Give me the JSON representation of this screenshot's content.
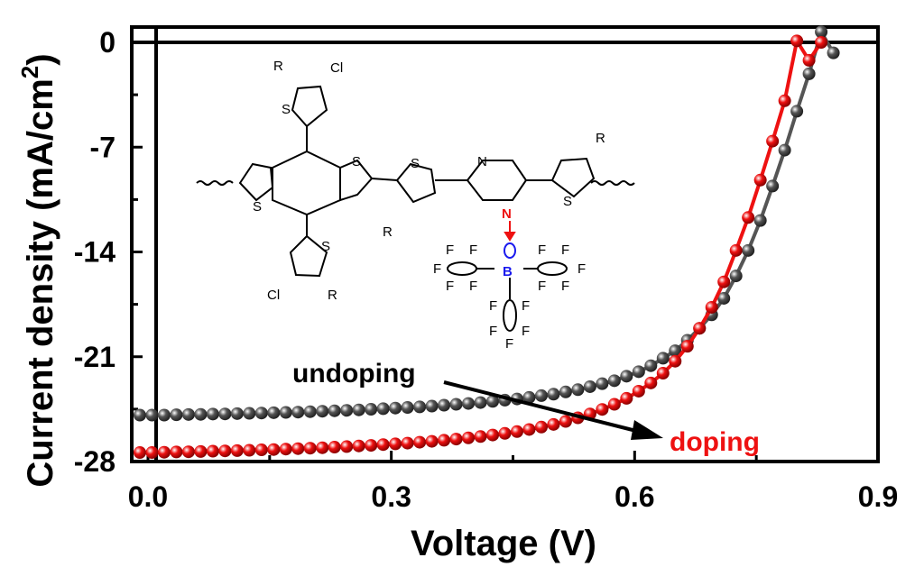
{
  "chart_data": {
    "type": "line",
    "xlabel": "Voltage (V)",
    "ylabel_main": "Current density (mA/cm",
    "ylabel_sup": "2",
    "ylabel_end": ")",
    "xlim": [
      -0.02,
      0.9
    ],
    "ylim": [
      -28,
      0
    ],
    "xticks": [
      0.0,
      0.3,
      0.6,
      0.9
    ],
    "xtick_labels": [
      "0.0",
      "0.3",
      "0.6",
      "0.9"
    ],
    "yticks": [
      0,
      -7,
      -14,
      -21,
      -28
    ],
    "ytick_labels": [
      "0",
      "-7",
      "-14",
      "-21",
      "-28"
    ],
    "grid": false,
    "series": [
      {
        "name": "undoping",
        "color": "#555555",
        "x": [
          -0.01,
          0.005,
          0.02,
          0.035,
          0.05,
          0.065,
          0.08,
          0.095,
          0.11,
          0.125,
          0.14,
          0.155,
          0.17,
          0.185,
          0.2,
          0.215,
          0.23,
          0.245,
          0.26,
          0.275,
          0.29,
          0.305,
          0.32,
          0.335,
          0.35,
          0.365,
          0.38,
          0.395,
          0.41,
          0.425,
          0.44,
          0.455,
          0.47,
          0.485,
          0.5,
          0.515,
          0.53,
          0.545,
          0.56,
          0.575,
          0.59,
          0.605,
          0.62,
          0.635,
          0.65,
          0.665,
          0.68,
          0.695,
          0.71,
          0.725,
          0.74,
          0.755,
          0.77,
          0.785,
          0.8,
          0.815,
          0.83,
          0.845
        ],
        "y": [
          -24.9,
          -24.9,
          -24.9,
          -24.88,
          -24.86,
          -24.85,
          -24.83,
          -24.82,
          -24.8,
          -24.78,
          -24.76,
          -24.74,
          -24.72,
          -24.7,
          -24.67,
          -24.64,
          -24.61,
          -24.58,
          -24.55,
          -24.51,
          -24.47,
          -24.43,
          -24.39,
          -24.35,
          -24.3,
          -24.24,
          -24.18,
          -24.12,
          -24.06,
          -23.98,
          -23.9,
          -23.82,
          -23.72,
          -23.6,
          -23.5,
          -23.35,
          -23.2,
          -23.0,
          -22.8,
          -22.6,
          -22.3,
          -22.0,
          -21.6,
          -21.1,
          -20.6,
          -19.9,
          -19.1,
          -18.2,
          -17.1,
          -15.6,
          -13.9,
          -11.9,
          -9.6,
          -7.2,
          -4.6,
          -2.1,
          0.7,
          -0.7
        ]
      },
      {
        "name": "doping",
        "color": "#ee1111",
        "x": [
          -0.01,
          0.005,
          0.02,
          0.035,
          0.05,
          0.065,
          0.08,
          0.095,
          0.11,
          0.125,
          0.14,
          0.155,
          0.17,
          0.185,
          0.2,
          0.215,
          0.23,
          0.245,
          0.26,
          0.275,
          0.29,
          0.305,
          0.32,
          0.335,
          0.35,
          0.365,
          0.38,
          0.395,
          0.41,
          0.425,
          0.44,
          0.455,
          0.47,
          0.485,
          0.5,
          0.515,
          0.53,
          0.545,
          0.56,
          0.575,
          0.59,
          0.605,
          0.62,
          0.635,
          0.65,
          0.665,
          0.68,
          0.695,
          0.71,
          0.725,
          0.74,
          0.755,
          0.77,
          0.785,
          0.8,
          0.815,
          0.83
        ],
        "y": [
          -27.4,
          -27.4,
          -27.38,
          -27.36,
          -27.35,
          -27.33,
          -27.31,
          -27.29,
          -27.27,
          -27.25,
          -27.22,
          -27.2,
          -27.17,
          -27.14,
          -27.11,
          -27.08,
          -27.04,
          -27.0,
          -26.96,
          -26.92,
          -26.87,
          -26.82,
          -26.77,
          -26.71,
          -26.65,
          -26.58,
          -26.5,
          -26.42,
          -26.33,
          -26.23,
          -26.12,
          -26.0,
          -25.86,
          -25.7,
          -25.52,
          -25.32,
          -25.08,
          -24.82,
          -24.52,
          -24.18,
          -23.78,
          -23.3,
          -22.75,
          -22.1,
          -21.3,
          -20.3,
          -19.1,
          -17.7,
          -16.0,
          -13.9,
          -11.7,
          -9.2,
          -6.6,
          -3.9,
          0.1,
          -1.2,
          0.0
        ]
      }
    ],
    "annotations": {
      "undoping_label": "undoping",
      "doping_label": "doping"
    }
  },
  "molecule": {
    "atoms": {
      "S": "S",
      "N": "N",
      "B": "B",
      "F": "F",
      "Cl": "Cl",
      "R": "R"
    }
  },
  "colors": {
    "undoping": "#555555",
    "doping": "#ee1111",
    "boron": "#1a1aee",
    "nitrogen": "#ee1111"
  }
}
